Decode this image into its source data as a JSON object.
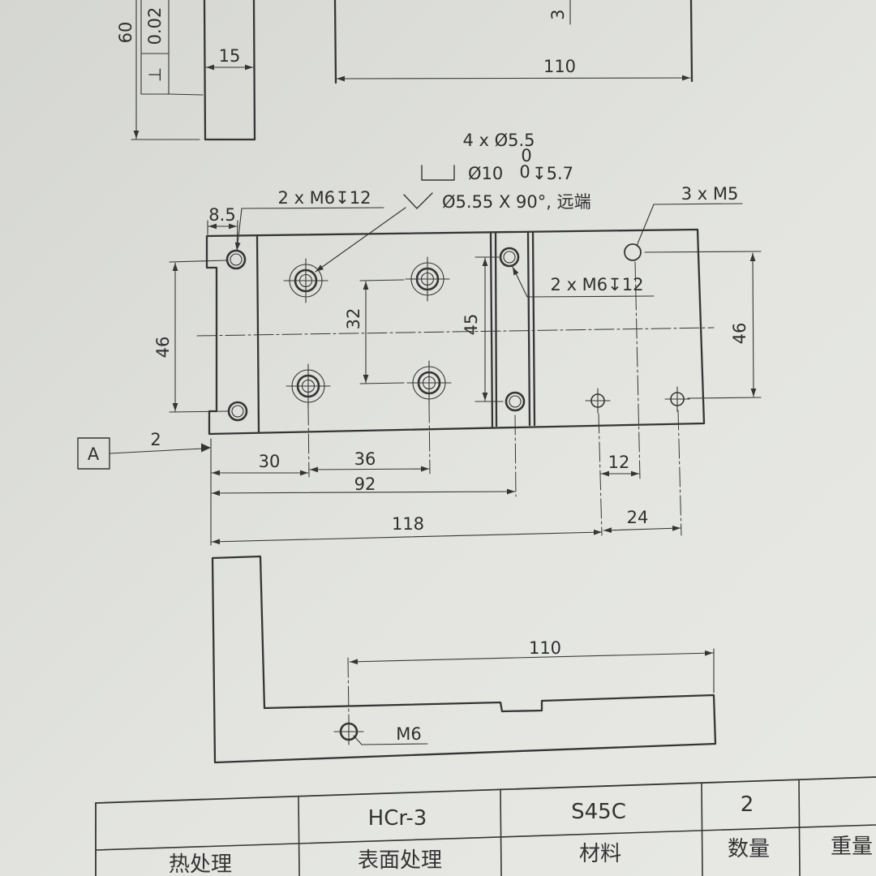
{
  "side_view": {
    "height_dim": "60",
    "tolerance_value": "0.02",
    "tolerance_symbol": "⊥",
    "thickness_dim": "15"
  },
  "top_view": {
    "step_dim": "3",
    "length_dim": "110"
  },
  "plan_view": {
    "hole_callout": {
      "count_dia": "4 x Ø5.5",
      "counterbore_dia": "Ø10",
      "tol_upper": "0",
      "tol_lower": "0",
      "counterbore_depth": "↧5.7",
      "countersink": "Ø5.55 X 90°, 远端"
    },
    "tapped_left_callout": "2 x M6↧12",
    "tapped_right_callout": "2 x M6↧12",
    "m5_callout": "3 x M5",
    "datum_label": "A",
    "dims": {
      "edge_to_hole": "8.5",
      "left_hole_spacing": "46",
      "counterbore_spacing_y": "32",
      "strip_hole_spacing": "45",
      "right_hole_spacing": "46",
      "datum_offset": "2",
      "first_hole_x": "30",
      "counterbore_spacing_x": "36",
      "strip_hole_x": "92",
      "m5_offset": "12",
      "m5_hole_x": "118",
      "m5_spacing": "24"
    }
  },
  "front_view": {
    "length_dim": "110",
    "hole_label": "M6"
  },
  "title_block": {
    "heat_treatment_label": "热处理",
    "surface_treatment_label": "表面处理",
    "surface_treatment_value": "HCr-3",
    "material_label": "材料",
    "material_value": "S45C",
    "quantity_label": "数量",
    "quantity_value": "2",
    "weight_label": "重量"
  },
  "colors": {
    "paper": "#e2e3df",
    "ink": "#353535"
  }
}
